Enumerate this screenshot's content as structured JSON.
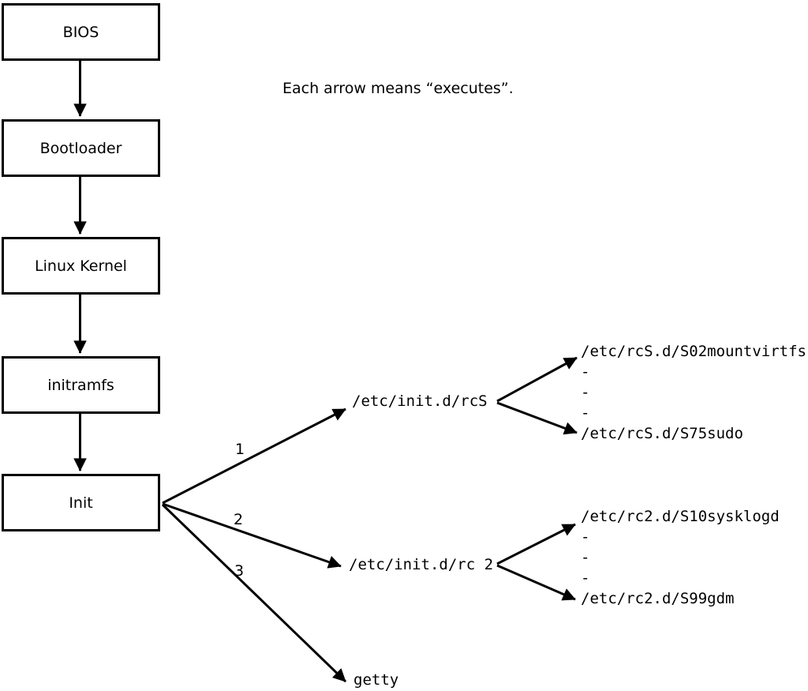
{
  "note": {
    "text": "Each arrow means “executes”."
  },
  "boot_chain": [
    {
      "label": "BIOS"
    },
    {
      "label": "Bootloader"
    },
    {
      "label": "Linux Kernel"
    },
    {
      "label": "initramfs"
    },
    {
      "label": "Init"
    }
  ],
  "init_branches": [
    {
      "number": "1",
      "target": "/etc/init.d/rcS",
      "children": [
        "/etc/rcS.d/S02mountvirtfs",
        "-",
        "-",
        "-",
        "/etc/rcS.d/S75sudo"
      ]
    },
    {
      "number": "2",
      "target": "/etc/init.d/rc 2",
      "children": [
        "/etc/rc2.d/S10sysklogd",
        "-",
        "-",
        "-",
        "/etc/rc2.d/S99gdm"
      ]
    },
    {
      "number": "3",
      "target": "getty",
      "children": []
    }
  ],
  "colors": {
    "line": "#000000",
    "background": "#ffffff"
  }
}
